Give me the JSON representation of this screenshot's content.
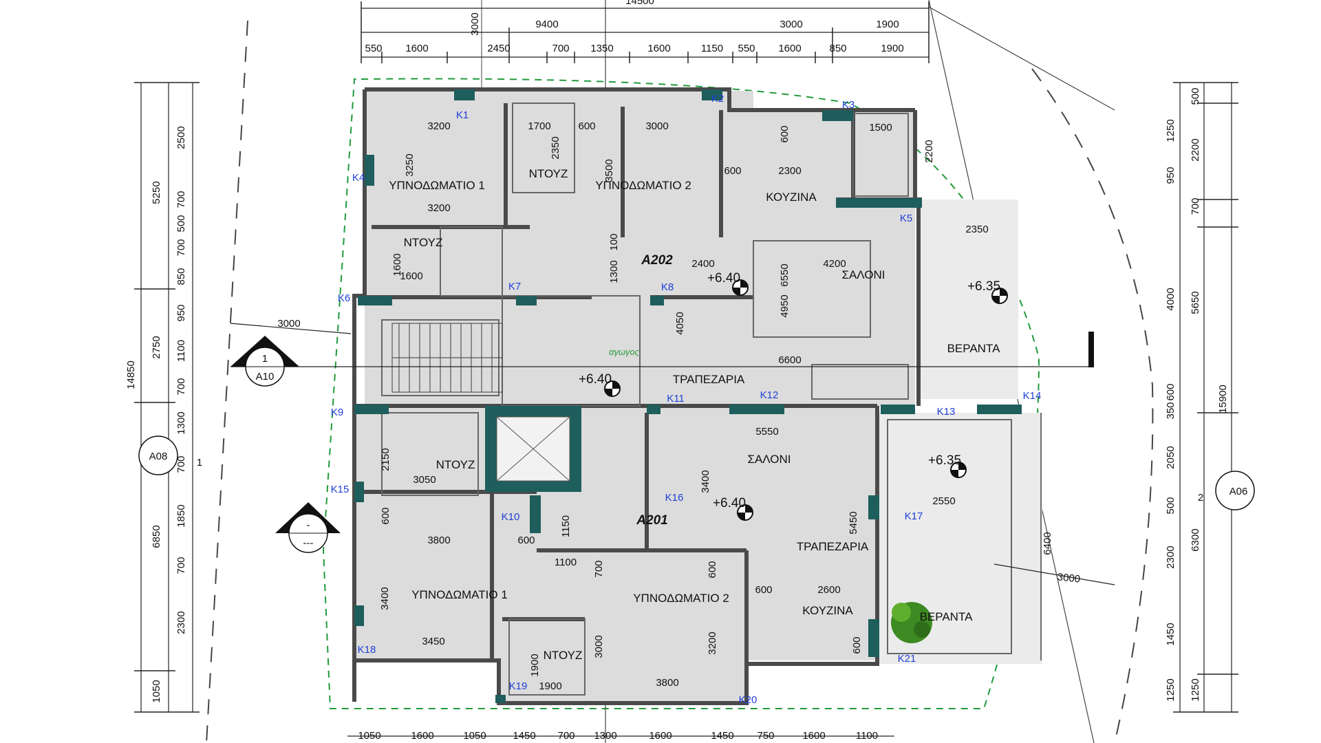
{
  "top_dims": {
    "total": "14500",
    "row2": [
      "3000",
      "9400",
      "3000",
      "1900"
    ],
    "row3": [
      "550",
      "1600",
      "2450",
      "700",
      "1350",
      "1600",
      "1150",
      "550",
      "1600",
      "850",
      "1900"
    ]
  },
  "bottom_dims": [
    "1050",
    "1600",
    "1050",
    "1450",
    "700",
    "1300",
    "1600",
    "1450",
    "750",
    "1600",
    "1100"
  ],
  "left_dims": {
    "total": "14850",
    "outer": [
      "5250",
      "2750",
      "6850",
      "1050"
    ],
    "inner": [
      "2500",
      "700",
      "500",
      "700",
      "850",
      "950",
      "1100",
      "700",
      "1300",
      "700",
      "1850",
      "700",
      "2300"
    ]
  },
  "right_dims": {
    "total": "15900",
    "outer": [
      "500",
      "2200",
      "700",
      "5650",
      "6300",
      "1250"
    ],
    "inner": [
      "1250",
      "950",
      "4000",
      "600",
      "350",
      "2050",
      "500",
      "2300",
      "1450",
      "1250"
    ]
  },
  "rooms": {
    "bed1_upper": "ΥΠΝΟΔΩΜΑΤΙΟ 1",
    "bed2_upper": "ΥΠΝΟΔΩΜΑΤΙΟ 2",
    "bath_upper_a": "ΝΤΟΥΖ",
    "bath_upper_b": "ΝΤΟΥΖ",
    "kitchen_upper": "ΚΟΥΖΙΝΑ",
    "living_upper": "ΣΑΛΟΝΙ",
    "dining_upper": "ΤΡΑΠΕΖΑΡΙΑ",
    "veranda_upper": "ΒΕΡΑΝΤΑ",
    "bath_lower_a": "ΝΤΟΥΖ",
    "living_lower": "ΣΑΛΟΝΙ",
    "dining_lower": "ΤΡΑΠΕΖΑΡΙΑ",
    "bed1_lower": "ΥΠΝΟΔΩΜΑΤΙΟ 1",
    "bed2_lower": "ΥΠΝΟΔΩΜΑΤΙΟ 2",
    "kitchen_lower": "ΚΟΥΖΙΝΑ",
    "bath_lower_b": "ΝΤΟΥΖ",
    "veranda_lower": "ΒΕΡΑΝΤΑ"
  },
  "apartments": {
    "upper": "A202",
    "lower": "A201"
  },
  "levels": {
    "upper": "+6.40",
    "veranda_upper": "+6.35",
    "corridor": "+6.40",
    "lower": "+6.40",
    "veranda_lower": "+6.35"
  },
  "duct_note": "αγωγος",
  "columns": [
    "K1",
    "K2",
    "K3",
    "K4",
    "K5",
    "K6",
    "K7",
    "K8",
    "K9",
    "K10",
    "K11",
    "K12",
    "K13",
    "K14",
    "K15",
    "K16",
    "K17",
    "K18",
    "K19",
    "K20",
    "K21"
  ],
  "section_marks": {
    "sec1_num": "1",
    "sec1_sheet": "A10",
    "sec2_num": "-",
    "sec2_sheet": "---",
    "elev_left": "A08",
    "elev_left_num": "1",
    "elev_right": "A06",
    "elev_right_num": "2"
  },
  "inner_dims": {
    "a1": "3200",
    "a2": "3200",
    "a3": "3250",
    "a4": "1700",
    "a5": "2350",
    "a6": "600",
    "a7": "3500",
    "a8": "3000",
    "a9": "600",
    "a10": "2300",
    "a11": "600",
    "a12": "1500",
    "a13": "2200",
    "a14": "1600",
    "a15": "1600",
    "a16": "1300",
    "a17": "100",
    "a18": "2400",
    "a19": "4200",
    "a20": "6550",
    "a21": "4050",
    "a22": "4950",
    "a23": "6600",
    "a24": "2350",
    "a25": "3000",
    "b1": "2150",
    "b2": "3050",
    "b3": "600",
    "b4": "3800",
    "b5": "600",
    "b6": "1150",
    "b7": "1100",
    "b8": "5550",
    "b9": "3400",
    "b10": "700",
    "b11": "600",
    "b12": "5450",
    "b13": "2550",
    "b14": "3400",
    "b15": "3450",
    "b16": "600",
    "b17": "2600",
    "b18": "1900",
    "b19": "1900",
    "b20": "3000",
    "b21": "3800",
    "b22": "3200",
    "b23": "600",
    "b24": "6400",
    "b25": "3000"
  },
  "colors": {
    "wall": "#4a4a4a",
    "floor": "#dcdcdc",
    "column": "#1e5e5c",
    "boundary": "#1f9a3a",
    "text": "#111111",
    "col_label": "#1f3fd8"
  }
}
